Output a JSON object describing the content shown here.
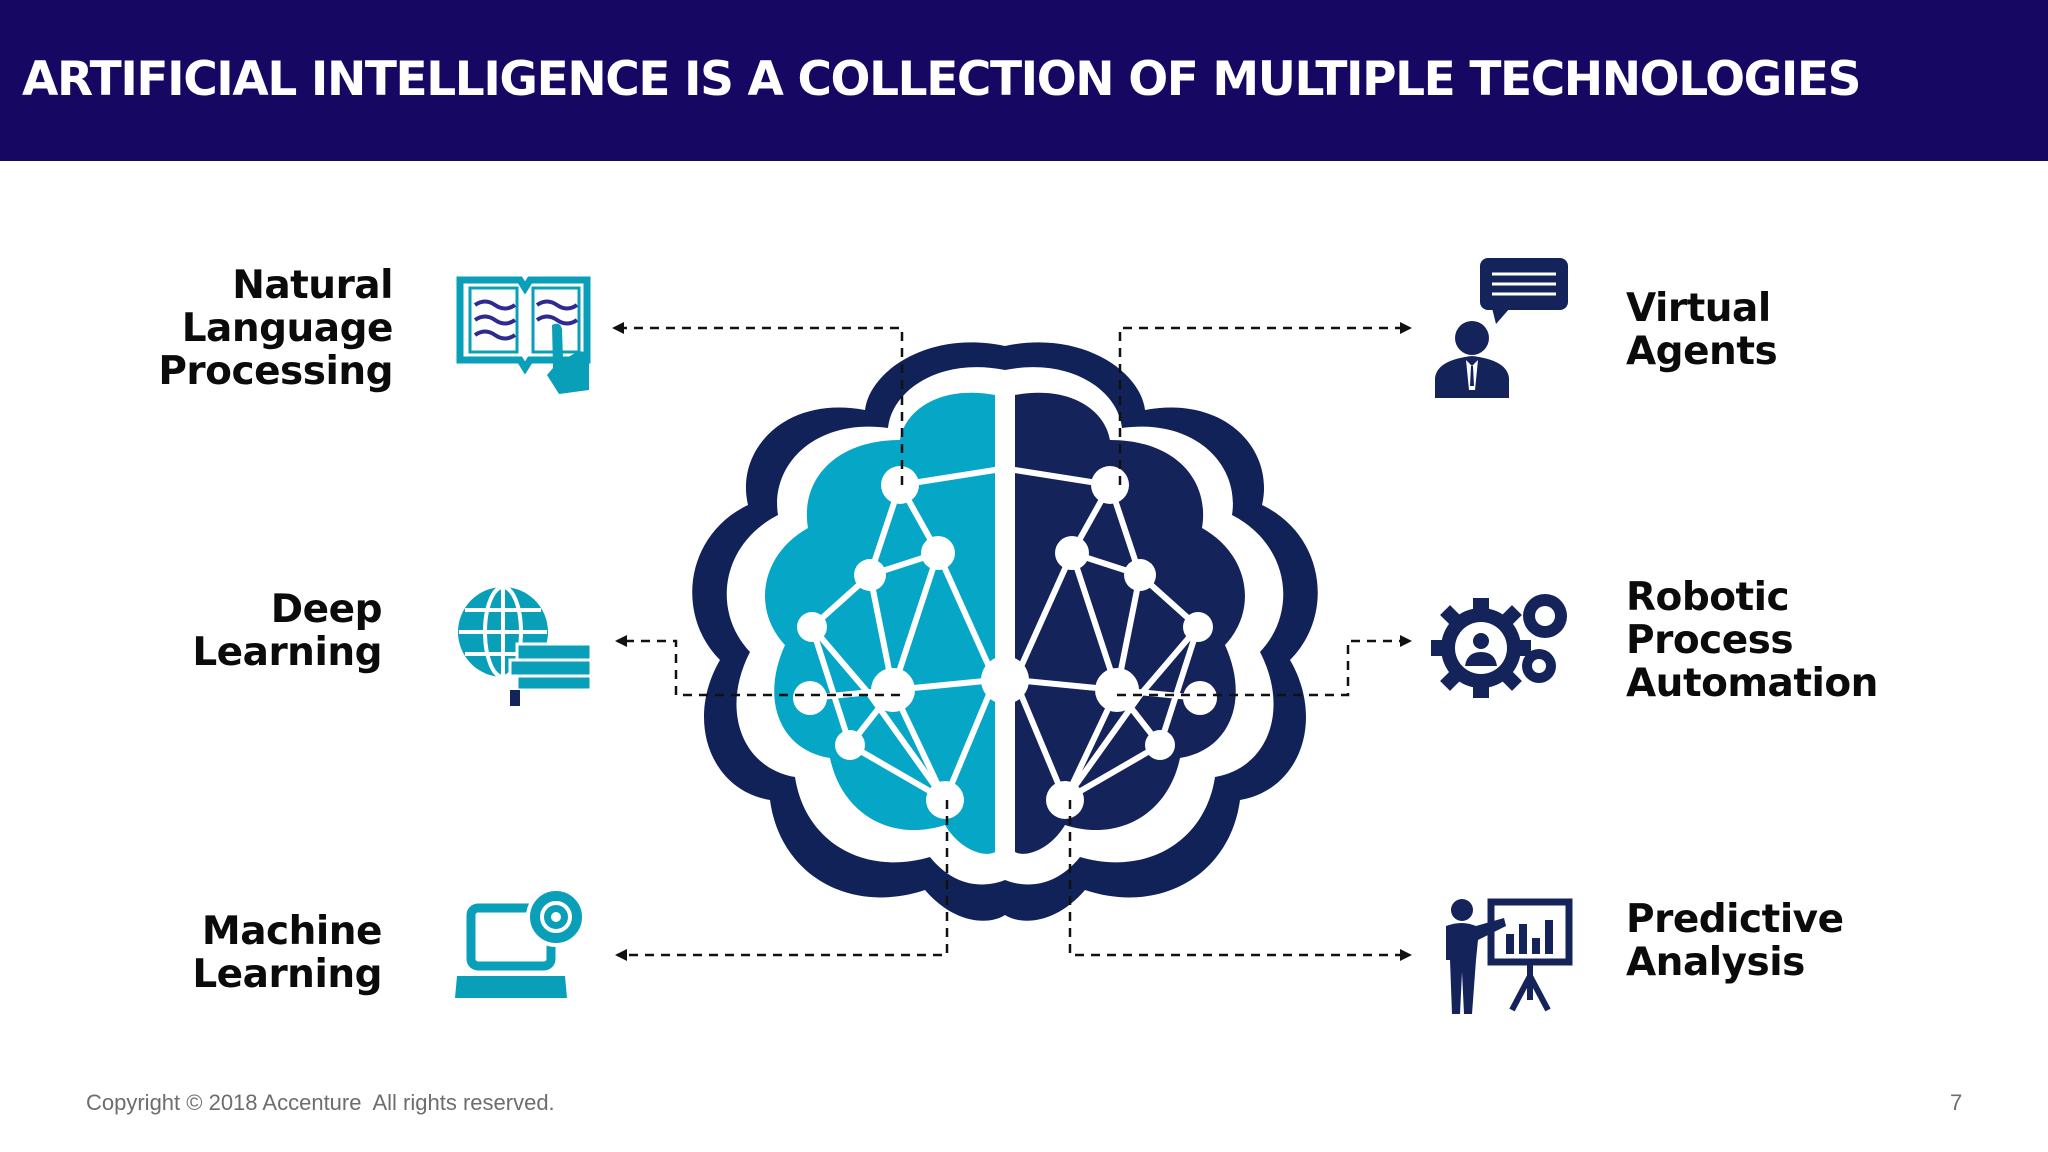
{
  "title": "ARTIFICIAL INTELLIGENCE IS A COLLECTION OF MULTIPLE TECHNOLOGIES",
  "colors": {
    "header_bg": "#160763",
    "brain_left": "#06a6c6",
    "brain_right": "#14245a",
    "outline": "#112258",
    "icon_teal": "#0a9fb9",
    "icon_navy": "#14245a"
  },
  "technologies": [
    {
      "lines": [
        "Natural",
        "Language",
        "Processing"
      ],
      "icon": "book-pointer-icon",
      "side": "left"
    },
    {
      "lines": [
        "Deep",
        "Learning"
      ],
      "icon": "globe-books-icon",
      "side": "left"
    },
    {
      "lines": [
        "Machine",
        "Learning"
      ],
      "icon": "laptop-disc-icon",
      "side": "left"
    },
    {
      "lines": [
        "Virtual",
        "Agents"
      ],
      "icon": "agent-chat-icon",
      "side": "right"
    },
    {
      "lines": [
        "Robotic",
        "Process",
        "Automation"
      ],
      "icon": "gears-person-icon",
      "side": "right"
    },
    {
      "lines": [
        "Predictive",
        "Analysis"
      ],
      "icon": "presenter-chart-icon",
      "side": "right"
    }
  ],
  "center_icon": "brain-network-icon",
  "footer": {
    "copyright": "Copyright © 2018 Accenture  All rights reserved.",
    "page_number": "7"
  }
}
